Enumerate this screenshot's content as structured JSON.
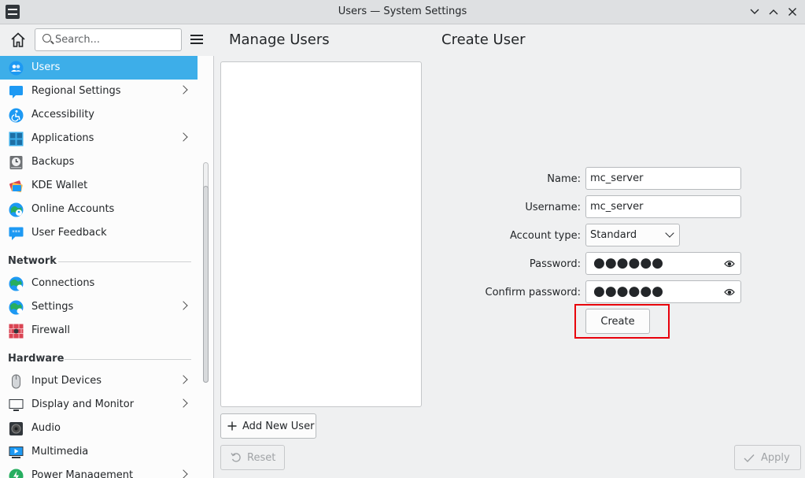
{
  "window": {
    "title": "Users — System Settings",
    "controls": [
      "chevron-down-icon",
      "chevron-up-icon",
      "close-icon"
    ]
  },
  "sidebar": {
    "search_placeholder": "Search...",
    "items": [
      {
        "label": "Users",
        "icon": "users-icon",
        "active": true,
        "has_children": false
      },
      {
        "label": "Regional Settings",
        "icon": "regional-settings-icon",
        "has_children": true
      },
      {
        "label": "Accessibility",
        "icon": "accessibility-icon",
        "has_children": false
      },
      {
        "label": "Applications",
        "icon": "applications-icon",
        "has_children": true
      },
      {
        "label": "Backups",
        "icon": "backups-icon",
        "has_children": false
      },
      {
        "label": "KDE Wallet",
        "icon": "kde-wallet-icon",
        "has_children": false
      },
      {
        "label": "Online Accounts",
        "icon": "online-accounts-icon",
        "has_children": false
      },
      {
        "label": "User Feedback",
        "icon": "user-feedback-icon",
        "has_children": false
      }
    ],
    "sections": [
      {
        "title": "Network",
        "items": [
          {
            "label": "Connections",
            "icon": "connections-icon",
            "has_children": false
          },
          {
            "label": "Settings",
            "icon": "network-settings-icon",
            "has_children": true
          },
          {
            "label": "Firewall",
            "icon": "firewall-icon",
            "has_children": false
          }
        ]
      },
      {
        "title": "Hardware",
        "items": [
          {
            "label": "Input Devices",
            "icon": "input-devices-icon",
            "has_children": true
          },
          {
            "label": "Display and Monitor",
            "icon": "display-icon",
            "has_children": true
          },
          {
            "label": "Audio",
            "icon": "audio-icon",
            "has_children": false
          },
          {
            "label": "Multimedia",
            "icon": "multimedia-icon",
            "has_children": false
          },
          {
            "label": "Power Management",
            "icon": "power-management-icon",
            "has_children": true
          }
        ]
      }
    ]
  },
  "main": {
    "left_title": "Manage Users",
    "right_title": "Create User",
    "add_user_label": "Add New User",
    "reset_label": "Reset",
    "apply_label": "Apply",
    "form": {
      "name_label": "Name:",
      "name_value": "mc_server",
      "username_label": "Username:",
      "username_value": "mc_server",
      "account_type_label": "Account type:",
      "account_type_value": "Standard",
      "password_label": "Password:",
      "password_mask": "●●●●●●",
      "confirm_label": "Confirm password:",
      "confirm_mask": "●●●●●●",
      "create_label": "Create"
    }
  },
  "colors": {
    "accent": "#3daee9",
    "highlight_box": "#e8000b"
  }
}
